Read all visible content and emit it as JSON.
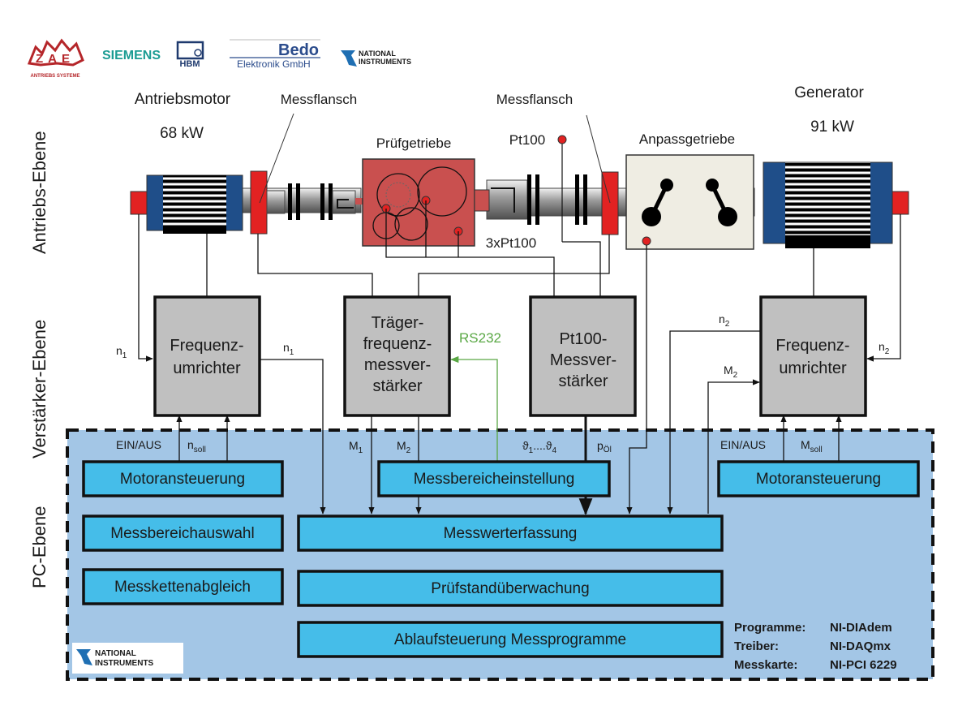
{
  "logos": {
    "zae": {
      "letters": "ZAE",
      "tagline": "ANTRIEBS SYSTEME"
    },
    "siemens": "SIEMENS",
    "hbm": "HBM",
    "bedo": {
      "name": "Bedo",
      "sub": "Elektronik GmbH"
    },
    "ni": {
      "line1": "NATIONAL",
      "line2": "INSTRUMENTS"
    }
  },
  "levels": {
    "drive": "Antriebs-Ebene",
    "amplifier": "Verstärker-Ebene",
    "pc": "PC-Ebene"
  },
  "drive": {
    "motor_title": "Antriebsmotor",
    "motor_power": "68 kW",
    "flange_left": "Messflansch",
    "flange_right": "Messflansch",
    "test_gearbox": "Prüfgetriebe",
    "pt100": "Pt100",
    "pt100_3x": "3xPt100",
    "adapter_gearbox": "Anpassgetriebe",
    "generator_title": "Generator",
    "generator_power": "91 kW"
  },
  "amplifiers": {
    "fu_left": [
      "Frequenz-",
      "umrichter"
    ],
    "carrier": [
      "Träger-",
      "frequenz-",
      "messver-",
      "stärker"
    ],
    "pt100amp": [
      "Pt100-",
      "Messver-",
      "stärker"
    ],
    "fu_right": [
      "Frequenz-",
      "umrichter"
    ]
  },
  "signals": {
    "n1_in": {
      "base": "n",
      "sub": "1"
    },
    "n1_out": {
      "base": "n",
      "sub": "1"
    },
    "rs232": "RS232",
    "n2_top": {
      "base": "n",
      "sub": "2"
    },
    "n2_right": {
      "base": "n",
      "sub": "2"
    },
    "m2_right": {
      "base": "M",
      "sub": "2"
    },
    "ein_aus_left": "EIN/AUS",
    "nsoll": {
      "base": "n",
      "sub": "soll"
    },
    "m1": {
      "base": "M",
      "sub": "1"
    },
    "m2": {
      "base": "M",
      "sub": "2"
    },
    "theta": {
      "a": "ϑ",
      "a_sub": "1",
      "mid": "....",
      "b": "ϑ",
      "b_sub": "4"
    },
    "poel": {
      "base": "p",
      "sub": "Öl"
    },
    "ein_aus_right": "EIN/AUS",
    "msoll": {
      "base": "M",
      "sub": "soll"
    }
  },
  "pc": {
    "motor_ctrl_left": "Motoransteuerung",
    "range_setting": "Messbereicheinstellung",
    "motor_ctrl_right": "Motoransteuerung",
    "range_select": "Messbereichauswahl",
    "acquisition": "Messwerterfassung",
    "chain_calib": "Messkettenabgleich",
    "monitoring": "Prüfstandüberwachung",
    "sequence": "Ablaufsteuerung Messprogramme",
    "info": [
      {
        "key": "Programme:",
        "value": "NI-DIAdem"
      },
      {
        "key": "Treiber:",
        "value": "NI-DAQmx"
      },
      {
        "key": "Messkarte:",
        "value": "NI-PCI 6229"
      }
    ]
  },
  "colors": {
    "pc_bg": "#a3c6e6",
    "pc_box": "#45bde9",
    "amp_box": "#c0c0c0",
    "motor_blue": "#1f4e89",
    "flange_red": "#e22222",
    "gearbox_red": "#c9504f",
    "adapter_bg": "#efede3",
    "signal_green": "#5aa845"
  }
}
